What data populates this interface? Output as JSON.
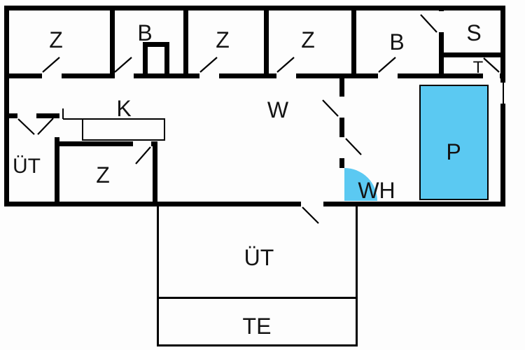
{
  "colors": {
    "wall": "#000000",
    "background": "#fdfdfd",
    "pool": "#5bc9f2",
    "label": "#141414"
  },
  "rooms": {
    "z1": {
      "label": "Z"
    },
    "b1": {
      "label": "B"
    },
    "z2": {
      "label": "Z"
    },
    "z3": {
      "label": "Z"
    },
    "b2": {
      "label": "B"
    },
    "s": {
      "label": "S"
    },
    "t": {
      "label": "T"
    },
    "k": {
      "label": "K"
    },
    "w": {
      "label": "W"
    },
    "uet_left": {
      "label": "ÜT"
    },
    "z4": {
      "label": "Z"
    },
    "wh": {
      "label": "WH"
    },
    "p": {
      "label": "P"
    },
    "uet_bottom": {
      "label": "ÜT"
    },
    "te": {
      "label": "TE"
    }
  }
}
